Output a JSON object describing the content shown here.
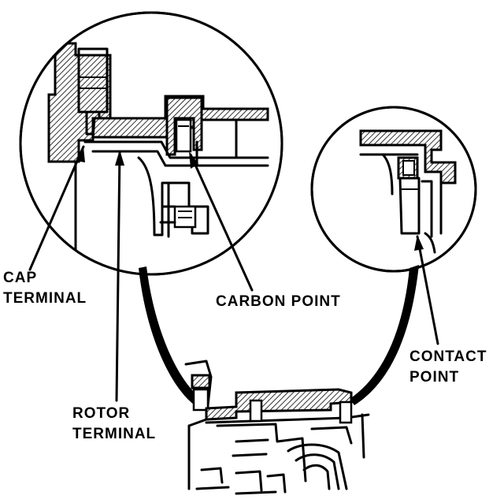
{
  "labels": {
    "cap_terminal": [
      "CAP",
      "TERMINAL"
    ],
    "rotor_terminal": [
      "ROTOR",
      "TERMINAL"
    ],
    "carbon_point": "CARBON POINT",
    "contact_point": [
      "CONTACT",
      "POINT"
    ]
  },
  "colors": {
    "ink": "#000000",
    "paper": "#ffffff"
  }
}
